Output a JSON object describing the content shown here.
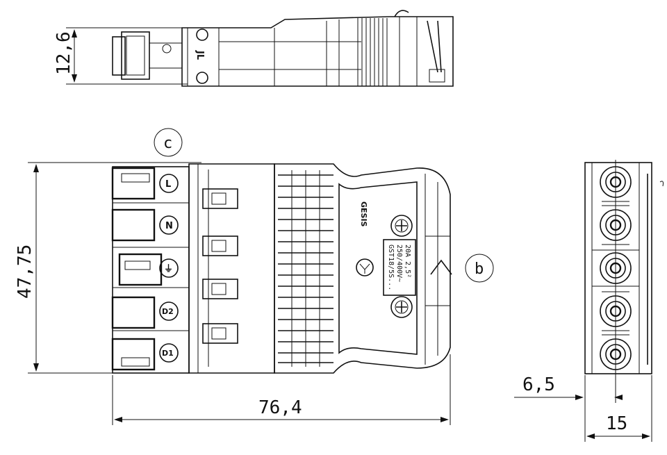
{
  "dimensions": {
    "height_top": "12,6",
    "height_front": "47,75",
    "length": "76,4",
    "depth_offset": "6,5",
    "depth": "15"
  },
  "callouts": {
    "c": "c",
    "b": "b"
  },
  "terminals": [
    "L",
    "N",
    "⏚",
    "D2",
    "D1"
  ],
  "label_plate": {
    "brand": "GESIS",
    "line1": "GST18/5S...",
    "line2": "250/400V~",
    "line3": "20A 2,5²"
  }
}
